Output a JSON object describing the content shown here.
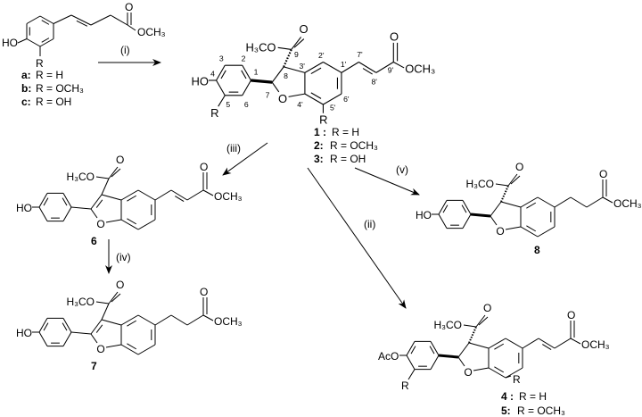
{
  "starting_material": {
    "ho": "HO",
    "r": "R",
    "o": "O",
    "och3": "OCH₃",
    "variants": [
      {
        "id": "a:",
        "r": "R = H"
      },
      {
        "id": "b:",
        "r": "R = OCH₃"
      },
      {
        "id": "c:",
        "r": "R = OH"
      }
    ]
  },
  "reagents": {
    "i": "(i)",
    "ii": "(ii)",
    "iii": "(iii)",
    "iv": "(iv)",
    "v": "(v)"
  },
  "compound_1": {
    "ho": "HO",
    "h3co": "H₃CO",
    "o": "O",
    "o_ring": "O",
    "r": "R",
    "och3": "OCH₃",
    "numbering": [
      "1",
      "2",
      "3",
      "4",
      "5",
      "6",
      "7",
      "8",
      "9",
      "1'",
      "2'",
      "3'",
      "4'",
      "5'",
      "6'",
      "7'",
      "8'",
      "9'"
    ],
    "variants": [
      {
        "id": "1 :",
        "r": "R = H"
      },
      {
        "id": "2:",
        "r": "R = OCH₃"
      },
      {
        "id": "3:",
        "r": "R = OH"
      }
    ]
  },
  "compound_6": {
    "ho": "HO",
    "h3co": "H₃CO",
    "o": "O",
    "o_ring": "O",
    "och3": "OCH₃",
    "label": "6"
  },
  "compound_7": {
    "ho": "HO",
    "h3co": "H₃CO",
    "o": "O",
    "o_ring": "O",
    "och3": "OCH₃",
    "label": "7"
  },
  "compound_8": {
    "ho": "HO",
    "h3co": "H₃CO",
    "o": "O",
    "o_ring": "O",
    "och3": "OCH₃",
    "label": "8"
  },
  "compound_4_5": {
    "aco": "AcO",
    "h3co": "H₃CO",
    "o": "O",
    "o_ring": "O",
    "r": "R",
    "och3": "OCH₃",
    "variants": [
      {
        "id": "4 :",
        "r": "R = H"
      },
      {
        "id": "5:",
        "r": "R = OCH₃"
      }
    ]
  }
}
